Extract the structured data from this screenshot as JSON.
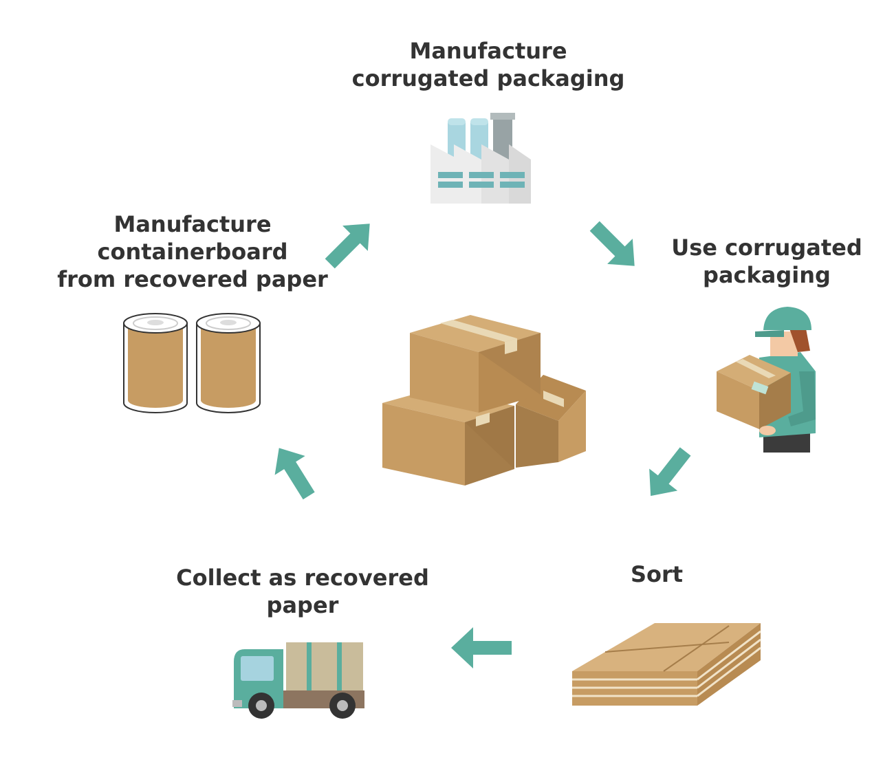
{
  "steps": {
    "manufacture_packaging": {
      "line1": "Manufacture",
      "line2": "corrugated packaging"
    },
    "use_packaging": {
      "line1": "Use corrugated",
      "line2": "packaging"
    },
    "sort": {
      "line1": "Sort"
    },
    "collect": {
      "line1": "Collect as recovered",
      "line2": "paper"
    },
    "manufacture_containerboard": {
      "line1": "Manufacture",
      "line2": "containerboard",
      "line3": "from recovered paper"
    }
  },
  "colors": {
    "accent": "#5aae9e",
    "cardboard": "#c79c63",
    "cardboard_dark": "#a57d4a",
    "tape": "#e9d9b6",
    "text": "#333333"
  },
  "icons": [
    "factory-icon",
    "worker-carrying-box-icon",
    "flat-cardboard-stack-icon",
    "truck-icon",
    "paper-rolls-icon",
    "cardboard-boxes-icon"
  ]
}
